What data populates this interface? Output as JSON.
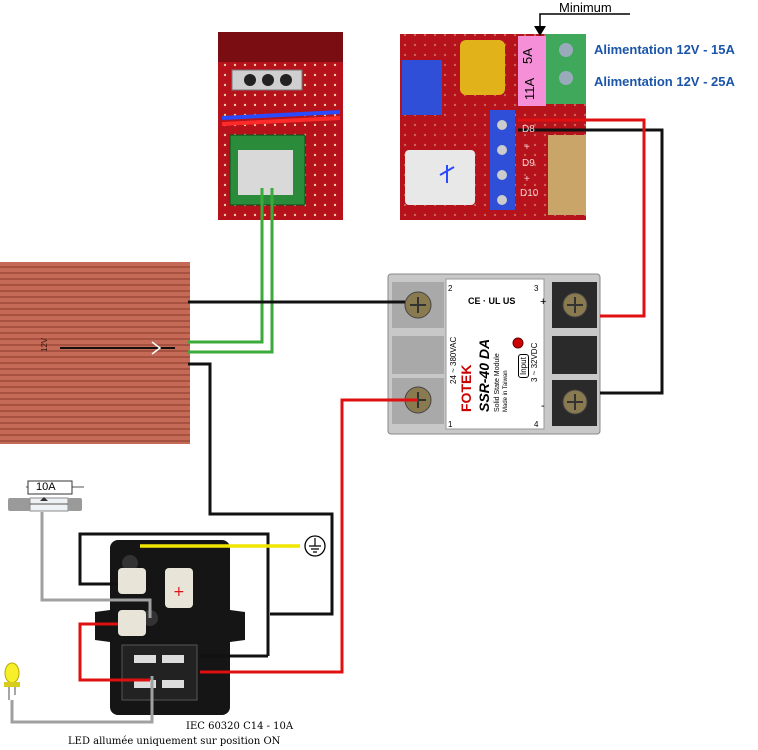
{
  "annotations": {
    "minimum": "Minimum",
    "supply_12v_15a": "Alimentation 12V - 15A",
    "supply_12v_25a": "Alimentation 12V - 25A",
    "fuse_rating": "10A",
    "inlet_model": "IEC 60320 C14 - 10A",
    "led_note": "LED allumée uniquement sur position ON"
  },
  "controller_board": {
    "fuse_labels": [
      "5A",
      "11A"
    ],
    "terminal_labels": [
      "D8",
      "+",
      "D9",
      "+",
      "D10"
    ]
  },
  "heatbed": {
    "label": "12V"
  },
  "ssr": {
    "brand": "FOTEK",
    "model": "SSR-40 DA",
    "subtitle": "Solid State Module",
    "made_in": "Made in Taiwan",
    "ac_range": "24 ~ 380VAC",
    "dc_range": "3 ~ 32VDC",
    "input_label": "Input",
    "pin1": "1",
    "pin2": "2",
    "pin3": "3",
    "pin4": "4",
    "plus": "+",
    "minus": "-",
    "certifications": "CE · UL US"
  },
  "colors": {
    "wire_black": "#111111",
    "wire_red": "#e01010",
    "wire_green": "#3aaa3a",
    "wire_yellow": "#f2e600",
    "wire_grey": "#a0a0a0",
    "pcb_red": "#b5121b",
    "heatbed": "#c96a5a",
    "fuse_pink": "#f58fd8",
    "label_blue": "#1a55a8"
  }
}
